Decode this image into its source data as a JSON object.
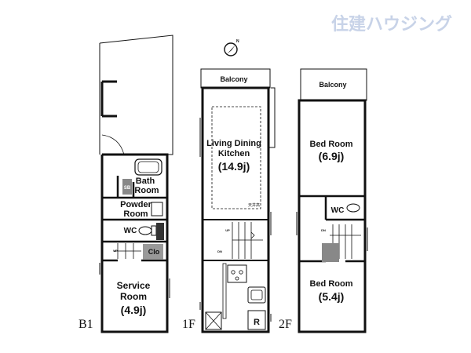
{
  "brand": {
    "name": "住建ハウジング"
  },
  "floors": {
    "b1": {
      "label": "B1",
      "rooms": {
        "bath": [
          "Bath",
          "Room"
        ],
        "sb": "SB",
        "powder": [
          "Powder",
          "Room"
        ],
        "wc": "WC",
        "clo": "Clo",
        "up": "UP",
        "service": [
          "Service",
          "Room",
          "(4.9j)"
        ]
      }
    },
    "f1": {
      "label": "1F",
      "rooms": {
        "balcony": "Balcony",
        "ldk": [
          "Living Dining",
          "Kitchen",
          "(14.9j)"
        ],
        "ceiling_note": "天井高",
        "up": "UP",
        "dn": "DN",
        "fridge": "R"
      }
    },
    "f2": {
      "label": "2F",
      "rooms": {
        "balcony": "Balcony",
        "bed1": [
          "Bed Room",
          "(6.9j)"
        ],
        "wc": "WC",
        "dn": "DN",
        "bed2": [
          "Bed Room",
          "(5.4j)"
        ]
      }
    }
  },
  "colors": {
    "wall": "#111111",
    "brand": "#c8d3e8",
    "accent_gray": "#888888"
  }
}
